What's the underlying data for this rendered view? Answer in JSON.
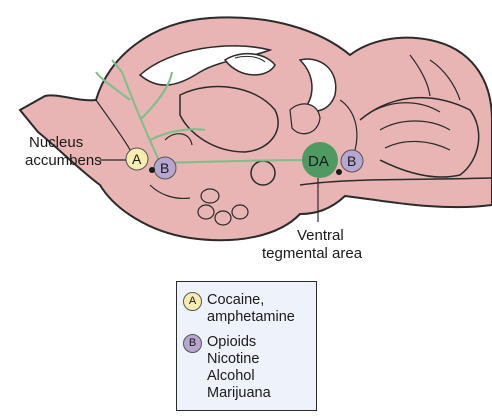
{
  "labels": {
    "nucleus_line1": "Nucleus",
    "nucleus_line2": "accumbens",
    "vta_line1": "Ventral",
    "vta_line2": "tegmental area",
    "circle_a": "A",
    "circle_b1": "B",
    "circle_b2": "B",
    "da": "DA"
  },
  "legend": {
    "a": {
      "badge": "A",
      "lines": [
        "Cocaine,",
        "amphetamine"
      ]
    },
    "b": {
      "badge": "B",
      "lines": [
        "Opioids",
        "Nicotine",
        "Alcohol",
        "Marijuana"
      ]
    }
  },
  "colors": {
    "brain_fill": "#e8b4b4",
    "brain_outline": "#2b2b2b",
    "pathway": "#7cbf8a",
    "da_fill": "#4f9a63",
    "a_fill": "#f6edb0",
    "b_fill": "#b7a6cf",
    "legend_bg": "#eef3fb"
  }
}
